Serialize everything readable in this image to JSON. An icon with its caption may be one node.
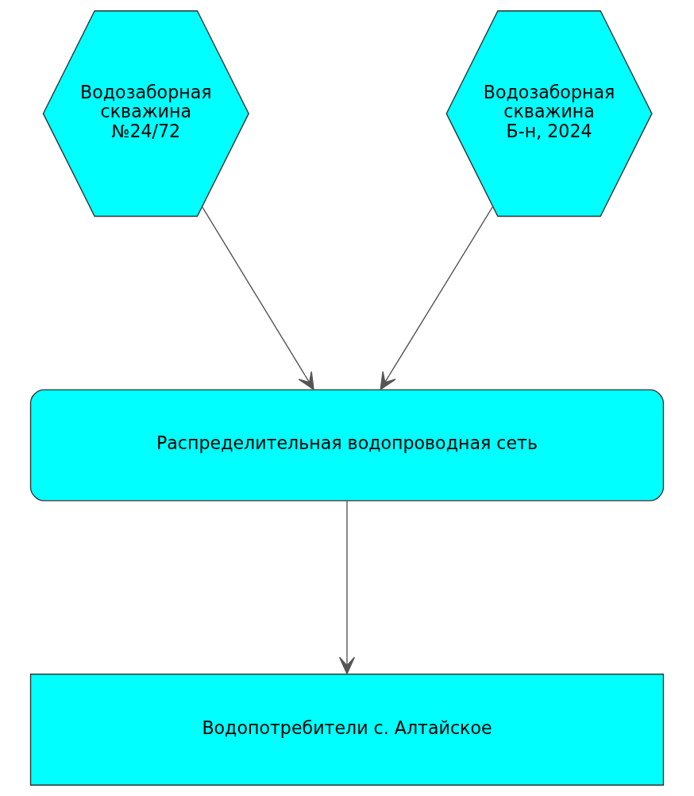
{
  "diagram": {
    "nodes": [
      {
        "text": [
          "Водозаборная скважина №24/72"
        ]
      },
      {
        "text": [
          "Водозаборная скважина Б-н, 2024"
        ]
      },
      {
        "text": [
          "Распределительная водопроводная сеть"
        ]
      },
      {
        "text": [
          "Водопотребители с. Алтайское"
        ]
      }
    ],
    "edges": [
      {
        "from": 0,
        "to": 2,
        "arrow": "to"
      },
      {
        "from": 1,
        "to": 2,
        "arrow": "to"
      },
      {
        "from": 2,
        "to": 3,
        "arrow": "to"
      }
    ]
  }
}
